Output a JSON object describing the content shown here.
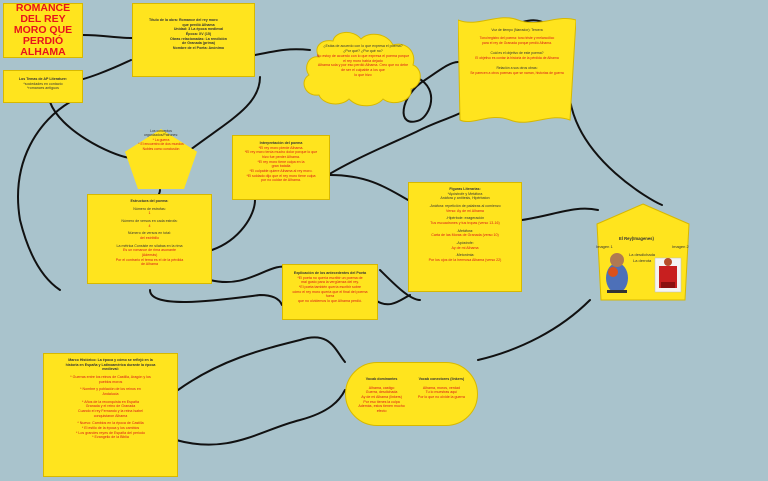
{
  "title": "ROMANCE DEL REY MORO QUE PERDIÓ ALHAMA",
  "ficha": {
    "line1": "Título de la obra: Romance del rey moro",
    "line2": "que perdió Alhama",
    "line3": "Unidad: 3 La época medieval",
    "line4": "Época: XV (15)",
    "line5": "Obras relacionadas: La rendición",
    "line6": "de Granada (prima)",
    "line7": "Nombre de el Poeta: Anónimo"
  },
  "temas": {
    "line1": "Los Temas de AP Literature:",
    "line2": "*sociedades en contacto",
    "line3": "*romances antiguos"
  },
  "conceptos": {
    "line1": "Los conceptos",
    "line2": "organizados/Patrones:",
    "line3": "* La guerra",
    "line4": "* El encuentro de dos mundos",
    "line5": "Nobles como conclusión"
  },
  "cloud": {
    "line1": "¿Estás de acuerdo con lo que expresa el poema?",
    "line2": "¿Por qué? ¿Por qué no?",
    "line3": "No estoy de acuerdo con lo que expresa el poema porque",
    "line4": "el rey moro había dejado",
    "line5": "Alhama sola y por eso perdió Alhama. Creo que no debe",
    "line6": "de ser el culpable a los que",
    "line7": "lo que hizo"
  },
  "analysis": {
    "line1": "Voz de tiempo (Narrador): Tercera",
    "line2": "Tono/registro del poema: tono triste y melancólico",
    "line3": "para el rey de Granada porque perdió Alhama.",
    "line4": "Cuál es el objetivo de este poema?",
    "line5": "El objetivo es contar la historia de la pérdida de Alhama",
    "line6": "Relación a sus otros obras:",
    "line7": "Se parecen a otros poemas que se narran, historias de guerra"
  },
  "estructura": {
    "line1": "Estructura del poema:",
    "line2": "Número de estrofas:",
    "line3": "1",
    "line4": "Número de versos en cada estrofa:",
    "line5": "4",
    "line6": "Número de versos en total:",
    "line7": "del estribillo",
    "line8": "La métrica Consiste en sílabas en la rima",
    "line9": "Es un romance de rima asonante",
    "line10": "(Además)",
    "line11": "Por el contrario el tema es el de la pérdida",
    "line12": "de Alhama"
  },
  "interpretacion": {
    "line1": "Interpretación del poema",
    "line2": "*El rey moro pierde Alhama.",
    "line3": "*El rey moro tenía mucho dolor porque lo que",
    "line4": "hizo fue perder Alhama.",
    "line5": "*El rey moro tiene culpa en la",
    "line6": "gran batalla",
    "line7": "*El culpable quiere Alhama al rey moro.",
    "line8": "*El soldado dijo que el rey moro tiene culpa",
    "line9": "por no cuidar de Alhama."
  },
  "figuras": {
    "line1": "Figuras Literarias:",
    "line2": "*Apóstrofe y Metáfora",
    "line3": "Anáfora y antítesis, Hipérbaton",
    "line4": "-Anáfora: repetición de palabras al comienzo",
    "line5": "Verso: Ay de mi Alhama",
    "line6": "-Hipérbole: exageración",
    "line7": "Tus escuadrones y tus tropas (verso 13-16)",
    "line8": "-Metáfora:",
    "line9": "Carta de las Moras de Granada (verso 10)",
    "line10": "-Apóstrofe:",
    "line11": "Ay de mi Alhama",
    "line12": "-Metonimia:",
    "line13": "Por los ojos de la hermosa Alhama (verso 22)"
  },
  "images": {
    "line1": "El Rey(Imagenes)",
    "line2": "Imagen 1",
    "line3": "Imagen 2",
    "line4": "La desdichada",
    "line5": "La derrota"
  },
  "explicacion": {
    "line1": "Explicación de los antecedentes del Poeta",
    "line2": "*El poeta no quería escribir un poema de",
    "line3": "mal gusto para la vergüenza del rey.",
    "line4": "*El poeta también quería escribir sobre",
    "line5": "cómo el rey moro quería que el final del poema",
    "line6": "fuera",
    "line7": "que no olvidemos lo que Alhama perdió."
  },
  "contexto": {
    "line1": "Marco Histórico: La época y cómo se reflejó en la",
    "line2": "historia en España y Latinoamérica durante la época",
    "line3": "medieval:",
    "line4": "* Guerras entre los reinos de Castilla, Aragón y los",
    "line5": "pueblos moros",
    "line6": "* Nombre y población de los reinos en",
    "line7": "Andalucía",
    "line8": "* Años de la reconquista en España",
    "line9": "Granada y el reino de Granada",
    "line10": "Cuando el rey Fernando y la reina Isabel",
    "line11": "conquistaron Alhama",
    "line12": "* Nuevo: Cambios en la época de Castilla",
    "line13": "* El estilo de la época y los cambios",
    "line14": "* Los grandes reyes de España del periodo",
    "line15": "* Evangelio de la Biblia"
  },
  "vocab": {
    "line1": "Vocab dominantes",
    "line2": "Vocab conectores (linkers)",
    "line3": "Alhama, castigo",
    "line4": "Guerra, desdichada",
    "line5": "Ay de mi Alhama (linkers)",
    "line6": "Alhama, moros, verdad",
    "line7": "Tu lo muestras aquí",
    "line8": "Por lo que no olvide la guerra",
    "line9": "Por eso tienes la culpa",
    "line10": "Además, estos tienen mucho efecto"
  },
  "colors": {
    "background": "#a9c3cc",
    "node": "#ffe41e",
    "title": "#e8141b",
    "line": "#111111"
  }
}
